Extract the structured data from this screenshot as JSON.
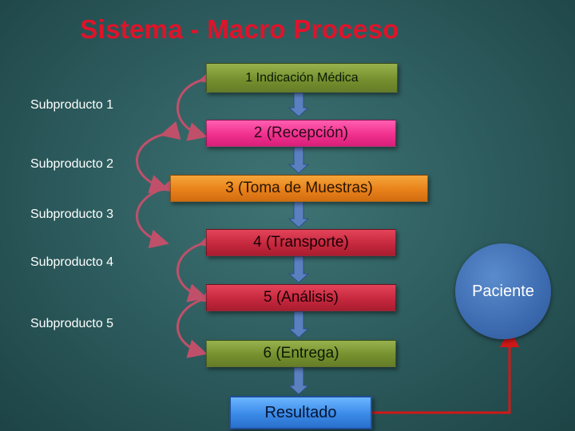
{
  "title": "Sistema - Macro Proceso",
  "steps": [
    {
      "label": "1 Indicación Médica"
    },
    {
      "label": "2 (Recepción)"
    },
    {
      "label": "3 (Toma de Muestras)"
    },
    {
      "label": "4 (Transporte)"
    },
    {
      "label": "5 (Análisis)"
    },
    {
      "label": "6 (Entrega)"
    },
    {
      "label": "Resultado"
    }
  ],
  "subproducts": [
    {
      "label": "Subproducto 1"
    },
    {
      "label": "Subproducto 2"
    },
    {
      "label": "Subproducto 3"
    },
    {
      "label": "Subproducto 4"
    },
    {
      "label": "Subproducto 5"
    }
  ],
  "patient": {
    "label": "Paciente"
  },
  "colors": {
    "title": "#e0132a",
    "arrow_down": "#5b80c0",
    "curved_arrow": "#c0506a",
    "result_line": "#d01818",
    "background": "#2c5a5c"
  }
}
